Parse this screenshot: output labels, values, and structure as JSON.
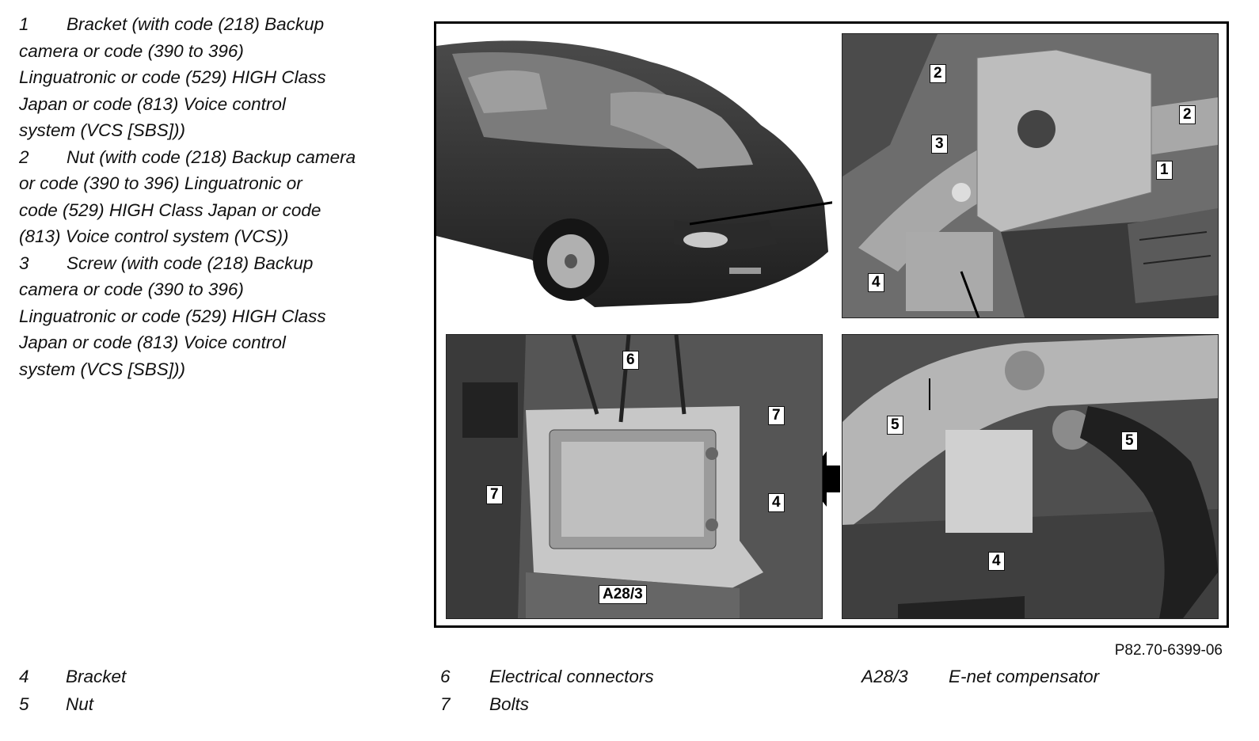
{
  "legend_top": [
    {
      "num": "1",
      "lines": [
        "Bracket (with code (218) Backup",
        "camera or code (390 to 396)",
        "Linguatronic or code (529) HIGH Class",
        "Japan or code (813) Voice control",
        "system (VCS [SBS]))"
      ]
    },
    {
      "num": "2",
      "lines": [
        "Nut (with code (218) Backup camera",
        "or code (390 to 396) Linguatronic or",
        "code (529) HIGH Class Japan or code",
        "(813) Voice control system (VCS))"
      ]
    },
    {
      "num": "3",
      "lines": [
        "Screw (with code (218) Backup",
        "camera or code (390 to 396)",
        "Linguatronic or code (529) HIGH Class",
        "Japan or code (813) Voice control",
        "system (VCS [SBS]))"
      ]
    }
  ],
  "callouts": {
    "tr_2a": "2",
    "tr_2b": "2",
    "tr_3": "3",
    "tr_1": "1",
    "tr_4": "4",
    "br_5a": "5",
    "br_5b": "5",
    "br_4": "4",
    "bl_6": "6",
    "bl_7a": "7",
    "bl_7b": "7",
    "bl_4": "4",
    "bl_a28": "A28/3"
  },
  "figure_code": "P82.70-6399-06",
  "legend_bottom": [
    {
      "code": "4",
      "desc": "Bracket"
    },
    {
      "code": "5",
      "desc": "Nut"
    },
    {
      "code": "6",
      "desc": "Electrical connectors"
    },
    {
      "code": "7",
      "desc": "Bolts"
    },
    {
      "code": "A28/3",
      "desc": "E-net compensator"
    }
  ],
  "colors": {
    "panel_dark": "#3a3a3a",
    "panel_mid": "#8a8a8a",
    "bracket": "#b9b9b9",
    "border": "#000000"
  }
}
